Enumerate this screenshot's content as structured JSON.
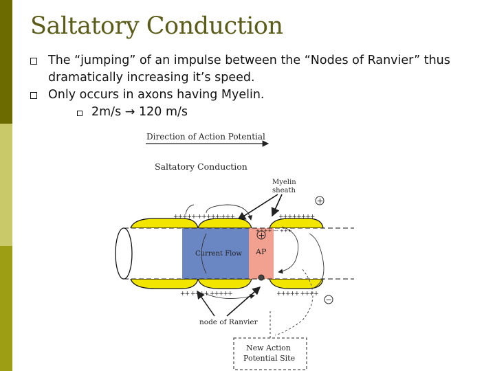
{
  "slide": {
    "title": "Saltatory Conduction",
    "bullets": [
      "The “jumping” of an impulse between the “Nodes of Ranvier” thus dramatically increasing it’s speed.",
      "Only occurs in axons having Myelin."
    ],
    "sub_bullet": "2m/s → 120 m/s"
  },
  "diagram": {
    "direction_label": "Direction of Action Potential",
    "heading": "Saltatory Conduction",
    "myelin_line1": "Myelin",
    "myelin_line2": "sheath",
    "current_flow": "Current Flow",
    "ap": "AP",
    "node_label": "node of Ranvier",
    "new_site_line1": "New Action",
    "new_site_line2": "Potential Site",
    "charges_top_left": "+++++-+++++-+++",
    "charges_top_mid": "++++ --- +++",
    "charges_top_right": "++++++++",
    "charges_bottom_left": "++ ++++ +++++",
    "charges_bottom_mid": "+++++ ++++",
    "plus_symbol": "+",
    "minus_symbol": "−",
    "colors": {
      "myelin": "#f2e600",
      "current": "#6a87c4",
      "ap": "#f2a090",
      "sidebar_dark": "#6b6b00",
      "sidebar_light": "#c9c96a",
      "title": "#5b5b18"
    }
  }
}
